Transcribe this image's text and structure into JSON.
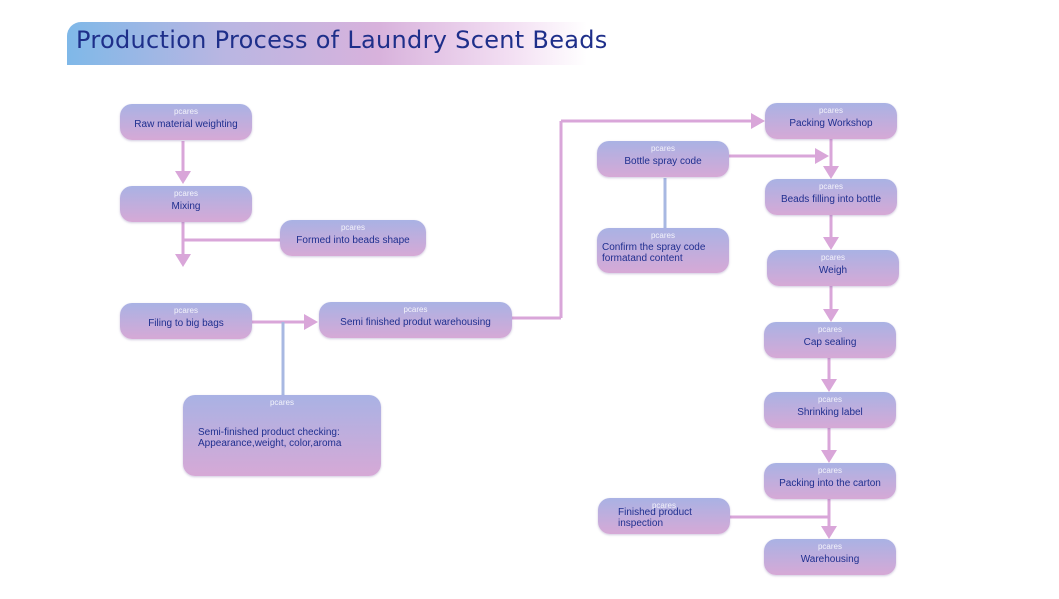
{
  "title": "Production Process of Laundry Scent Beads",
  "watermark": "pcares",
  "colors": {
    "title_text": "#1e2f8a",
    "node_top": "#a9b2e4",
    "node_bottom": "#d6a9d6",
    "node_text": "#1f2f8f",
    "connector": "#d9a6d9",
    "connector_blue": "#a8b8e2"
  },
  "nodes": {
    "raw_material": "Raw material weighting",
    "mixing": "Mixing",
    "formed_beads": "Formed into beads shape",
    "filing_bags": "Filing to big bags",
    "semi_warehousing": "Semi finished produt warehousing",
    "semi_checking": "Semi-finished product checking:\nAppearance,weight, color,aroma",
    "bottle_spray": "Bottle spray code",
    "confirm_spray": "Confirm the spray code\nformatand content",
    "packing_workshop": "Packing Workshop",
    "beads_filling": "Beads filling into bottle",
    "weigh": "Weigh",
    "cap_sealing": "Cap sealing",
    "shrinking_label": "Shrinking label",
    "packing_carton": "Packing into the carton",
    "finished_inspection": "Finished product\ninspection",
    "warehousing": "Warehousing"
  }
}
